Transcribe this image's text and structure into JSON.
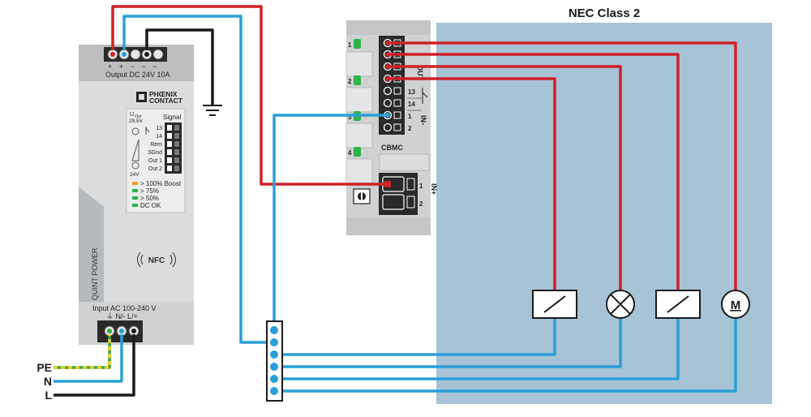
{
  "zone": {
    "title": "NEC Class 2"
  },
  "psu": {
    "output_terminals": "+ + − − −",
    "output_label": "Output DC 24V 10A",
    "brand_line1": "PHŒNIX",
    "brand_line2": "CONTACT",
    "uout_label": "U",
    "uout_sub": "Out",
    "uout_max": "29,5V",
    "uout_min": "24V",
    "signal_label": "Signal",
    "signal_pins": [
      "13",
      "14",
      "Rem",
      "SGnd",
      "Out 1",
      "Out 2"
    ],
    "leds": [
      {
        "text": "> 100% Boost",
        "color": "#f29a1e"
      },
      {
        "text": "> 75%",
        "color": "#2fb24a"
      },
      {
        "text": "> 50%",
        "color": "#2fb24a"
      },
      {
        "text": "DC OK",
        "color": "#2fb24a"
      }
    ],
    "side_text": "QUINT POWER",
    "nfc_label": "NFC",
    "input_label": "Input AC 100-240 V",
    "input_terminals": "⏚ N/- L/+"
  },
  "cbmc": {
    "channels": [
      "1",
      "2",
      "3",
      "4"
    ],
    "model": "CBMC",
    "out_label": "OUT",
    "relay_pins": [
      "13",
      "14"
    ],
    "in_minus_pins": [
      "1",
      "2"
    ],
    "in_minus_label": "IN-",
    "in_plus_pins": [
      "1",
      "2"
    ],
    "in_plus_label": "IN+"
  },
  "loads": {
    "motor_label": "M"
  },
  "mains": [
    "PE",
    "N",
    "L"
  ],
  "colors": {
    "positive_wire": "#d0202a",
    "negative_wire": "#2a9fd8",
    "ground_wire": "#1a1a1a",
    "pe_stripe": "#e8d21a",
    "pe_base": "#3aa640",
    "class2_zone": "#a6c4d6",
    "device_body": "#cfd1d2"
  }
}
